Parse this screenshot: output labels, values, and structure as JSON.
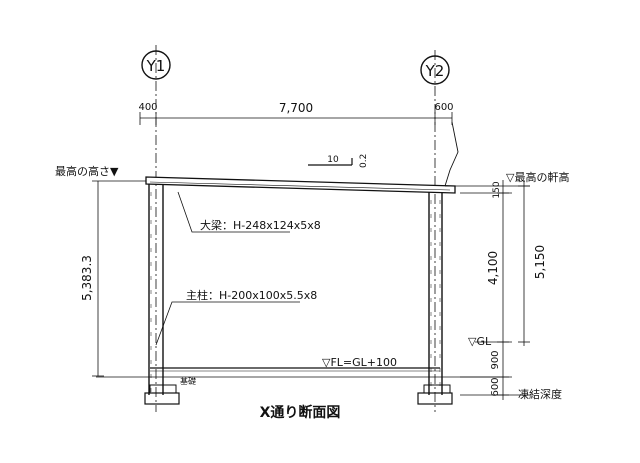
{
  "grid": {
    "y1": "Y1",
    "y2": "Y2"
  },
  "dimensions": {
    "left_offset": "400",
    "span": "7,700",
    "right_offset": "600",
    "slope_run": "10",
    "slope_rise": "0.2",
    "left_total_height": "5,383.3",
    "eave_150": "150",
    "col_4100": "4,100",
    "gl_900": "900",
    "frost_600": "600",
    "total_5150": "5,150"
  },
  "labels": {
    "max_height": "最高の高さ▼",
    "max_eave": "▽最高の軒高",
    "beam": "大梁：H-248x124x5x8",
    "column": "主柱：H-200x100x5.5x8",
    "gl": "▽GL",
    "fl": "▽FL=GL+100",
    "frost": "凍結深度",
    "footing": "基礎",
    "title": "X通り断面図"
  },
  "colors": {
    "ink": "#111111",
    "paper": "#ffffff"
  }
}
